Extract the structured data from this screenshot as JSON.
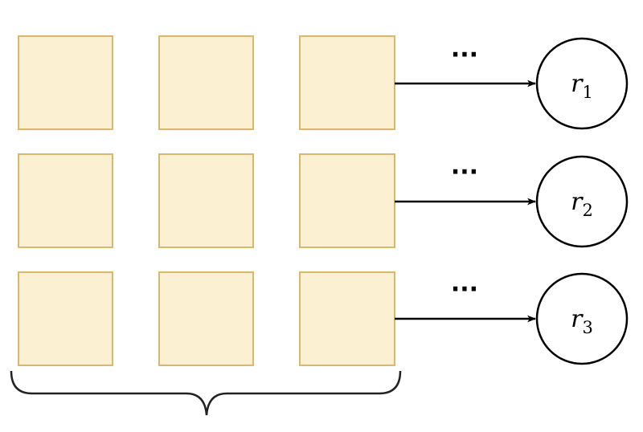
{
  "grid": {
    "rows": 3,
    "cols": 3,
    "cell_fill": "#fbf0d2",
    "cell_border": "#d9b86a"
  },
  "ellipsis": "···",
  "nodes": [
    {
      "var": "r",
      "sub": "1"
    },
    {
      "var": "r",
      "sub": "2"
    },
    {
      "var": "r",
      "sub": "3"
    }
  ],
  "colors": {
    "arrow": "#000000",
    "node_border": "#000000"
  }
}
